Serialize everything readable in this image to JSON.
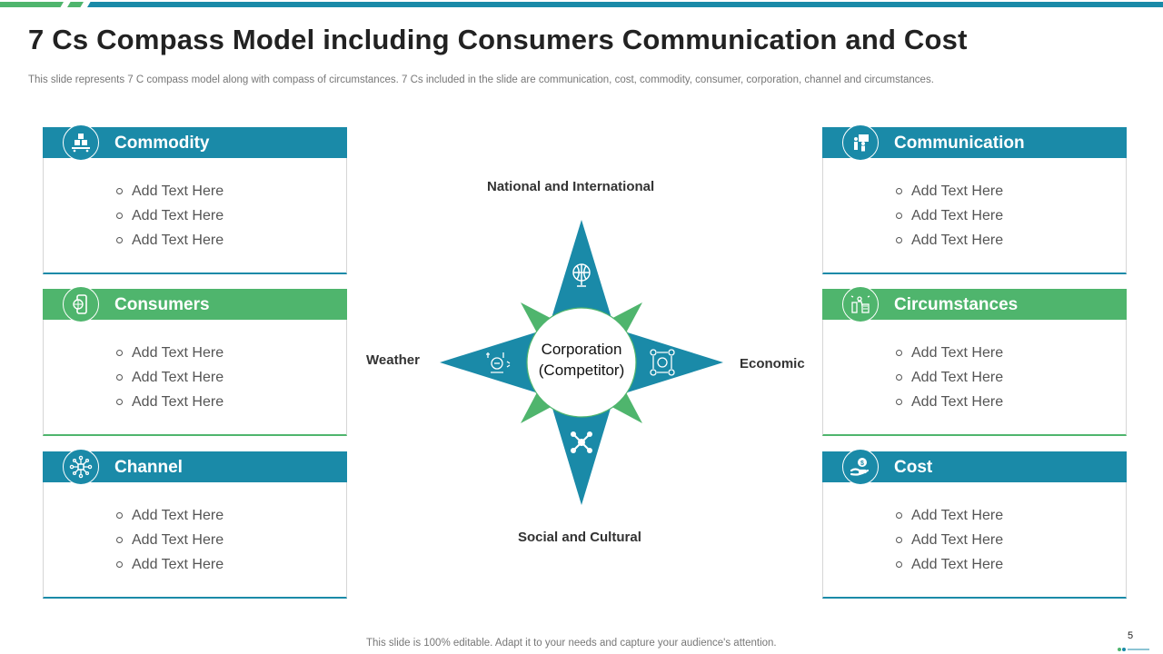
{
  "slide": {
    "title": "7 Cs Compass Model including Consumers Communication and Cost",
    "subtitle": "This slide represents 7 C compass model along with compass of circumstances. 7 Cs included  in the slide are communication, cost, commodity, consumer, corporation, channel and circumstances.",
    "footer": "This slide is 100% editable. Adapt it to your needs and capture your audience's attention.",
    "page_number": "5"
  },
  "colors": {
    "teal": "#1a8aa8",
    "green": "#4fb56d",
    "text": "#222222",
    "muted": "#777777"
  },
  "cards": [
    {
      "id": "commodity",
      "label": "Commodity",
      "color": "teal",
      "icon": "conveyor-boxes-icon",
      "items": [
        "Add Text Here",
        "Add Text Here",
        "Add Text Here"
      ]
    },
    {
      "id": "consumers",
      "label": "Consumers",
      "color": "green",
      "icon": "mobile-globe-icon",
      "items": [
        "Add Text Here",
        "Add Text Here",
        "Add Text Here"
      ]
    },
    {
      "id": "channel",
      "label": "Channel",
      "color": "teal",
      "icon": "network-hub-icon",
      "items": [
        "Add Text Here",
        "Add Text Here",
        "Add Text Here"
      ]
    },
    {
      "id": "communication",
      "label": "Communication",
      "color": "teal",
      "icon": "presentation-people-icon",
      "items": [
        "Add Text Here",
        "Add Text Here",
        "Add Text Here"
      ]
    },
    {
      "id": "circumstances",
      "label": "Circumstances",
      "color": "green",
      "icon": "city-people-icon",
      "items": [
        "Add Text Here",
        "Add Text Here",
        "Add Text Here"
      ]
    },
    {
      "id": "cost",
      "label": "Cost",
      "color": "teal",
      "icon": "hand-coin-icon",
      "items": [
        "Add Text Here",
        "Add Text Here",
        "Add Text Here"
      ]
    }
  ],
  "compass": {
    "center_line1": "Corporation",
    "center_line2": "(Competitor)",
    "north": "National and International",
    "south": "Social and Cultural",
    "west": "Weather",
    "east": "Economic",
    "icons": {
      "north": "globe-icon",
      "south": "people-network-icon",
      "west": "weather-money-icon",
      "east": "money-cycle-icon"
    }
  }
}
